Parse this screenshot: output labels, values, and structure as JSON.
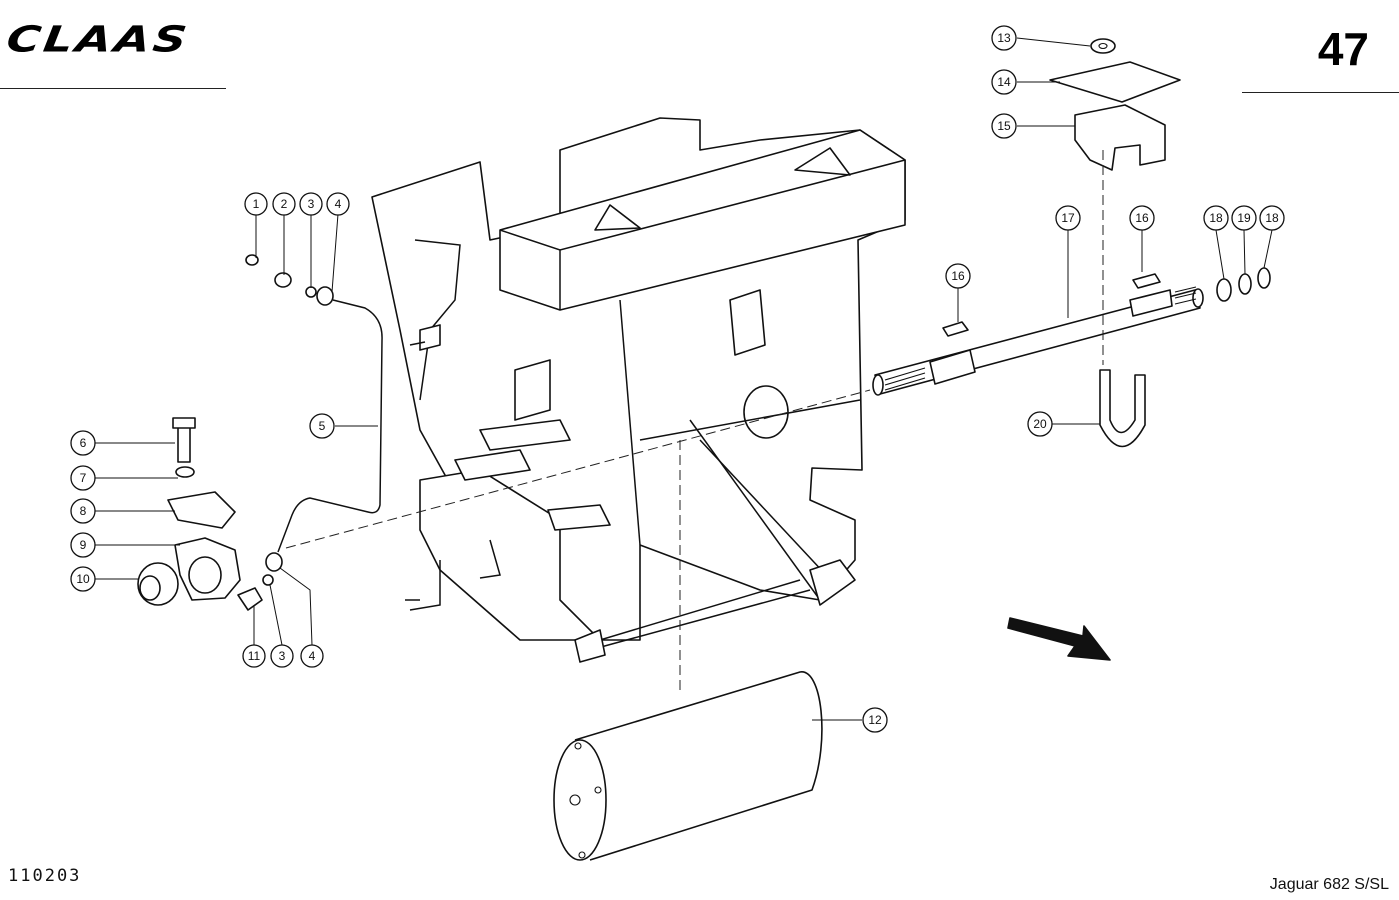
{
  "header": {
    "brand": "CLAAS",
    "page_number": "47"
  },
  "footer": {
    "drawing_code": "110203",
    "model": "Jaguar 682 S/SL"
  },
  "callouts": [
    {
      "label": "1"
    },
    {
      "label": "2"
    },
    {
      "label": "3"
    },
    {
      "label": "4"
    },
    {
      "label": "5"
    },
    {
      "label": "6"
    },
    {
      "label": "7"
    },
    {
      "label": "8"
    },
    {
      "label": "9"
    },
    {
      "label": "10"
    },
    {
      "label": "11"
    },
    {
      "label": "3"
    },
    {
      "label": "4"
    },
    {
      "label": "12"
    },
    {
      "label": "13"
    },
    {
      "label": "14"
    },
    {
      "label": "15"
    },
    {
      "label": "16"
    },
    {
      "label": "17"
    },
    {
      "label": "16"
    },
    {
      "label": "18"
    },
    {
      "label": "19"
    },
    {
      "label": "18"
    },
    {
      "label": "20"
    }
  ]
}
